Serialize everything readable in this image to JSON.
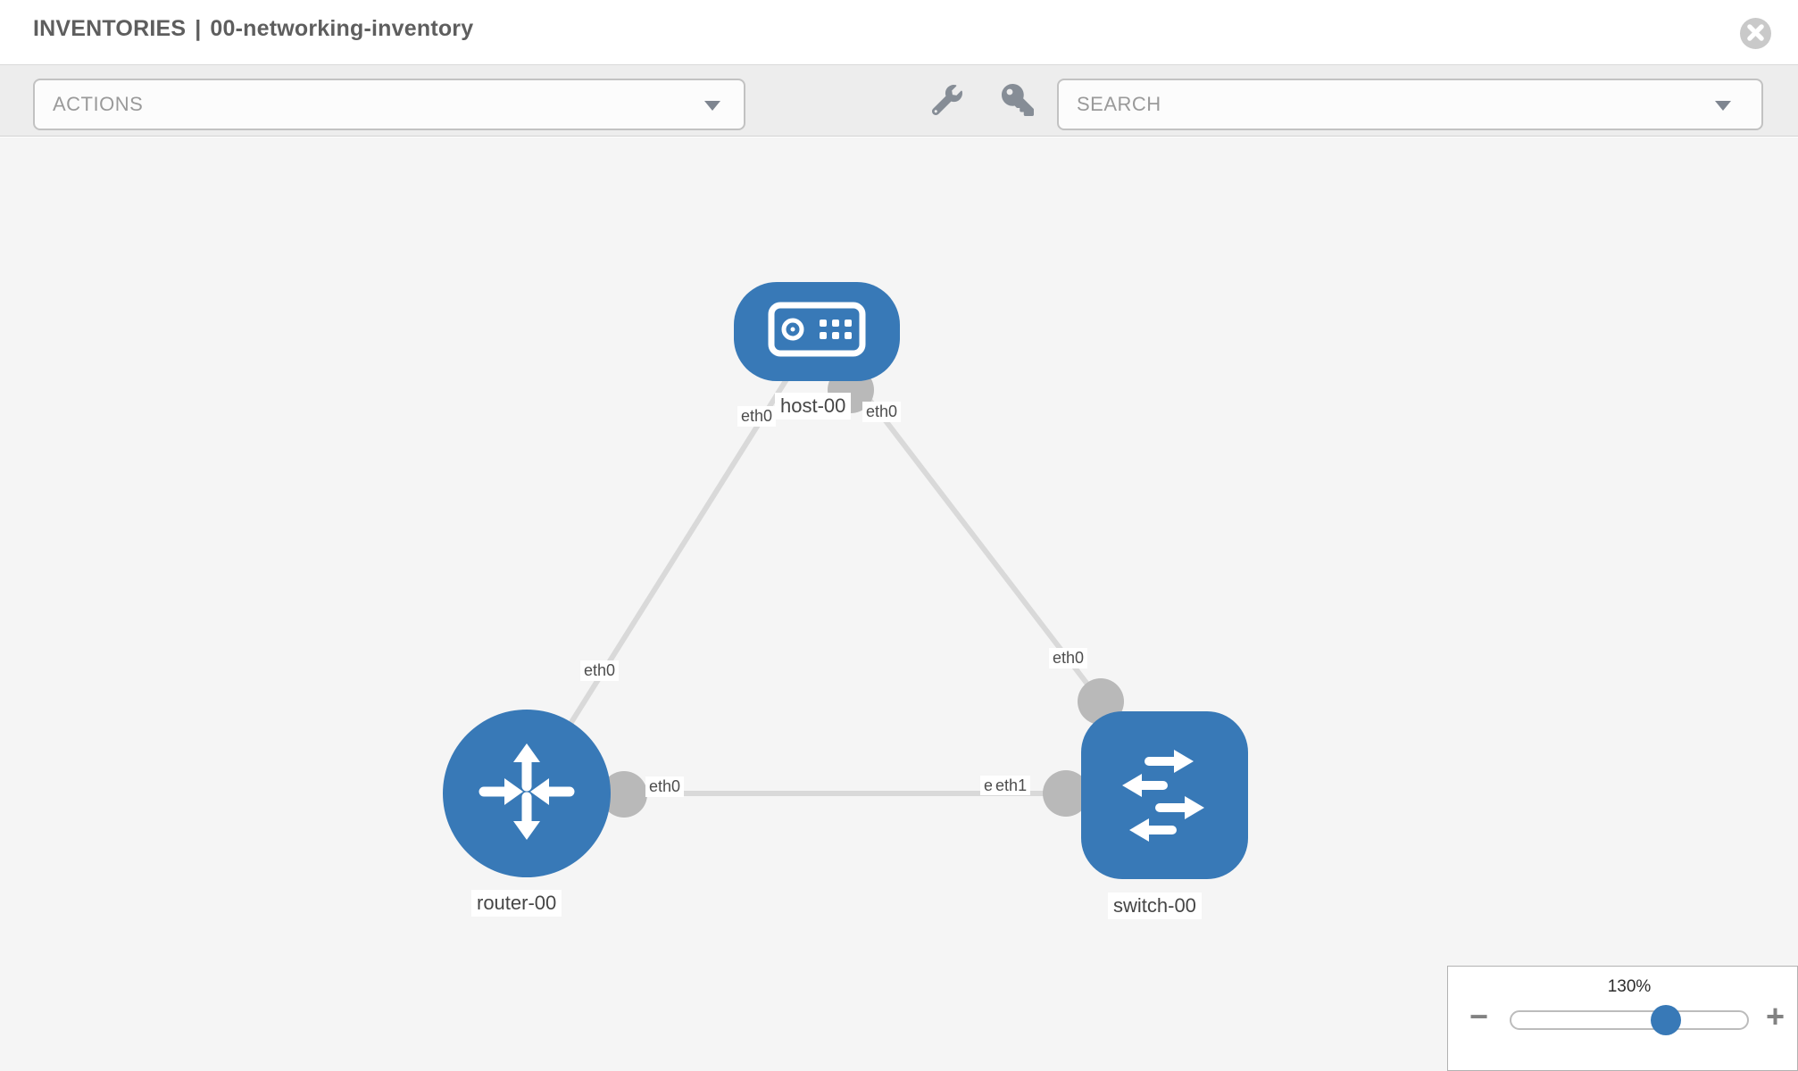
{
  "header": {
    "title_section": "INVENTORIES",
    "title_separator": "|",
    "title_name": "00-networking-inventory"
  },
  "toolbar": {
    "actions_placeholder": "ACTIONS",
    "search_placeholder": "SEARCH",
    "icons": [
      "wrench-icon",
      "key-icon"
    ]
  },
  "topology": {
    "nodes": [
      {
        "id": "host-00",
        "label": "host-00",
        "type": "host",
        "icon": "server-icon"
      },
      {
        "id": "router-00",
        "label": "router-00",
        "type": "router",
        "icon": "router-arrows-icon"
      },
      {
        "id": "switch-00",
        "label": "switch-00",
        "type": "switch",
        "icon": "switch-arrows-icon"
      }
    ],
    "links": [
      {
        "from": "host-00",
        "to": "router-00",
        "from_interface": "eth0",
        "to_interface": "eth0"
      },
      {
        "from": "host-00",
        "to": "switch-00",
        "from_interface": "eth0",
        "to_interface": "eth0"
      },
      {
        "from": "router-00",
        "to": "switch-00",
        "from_interface": "eth0",
        "to_interface": "eth1"
      }
    ],
    "interface_labels": {
      "host_router_host_side": "eth0",
      "host_router_router_side": "eth0",
      "host_switch_host_side": "eth0",
      "host_switch_switch_side": "eth0",
      "router_switch_router_side": "eth0",
      "router_switch_switch_back": "eth0",
      "router_switch_switch_front": "eth1"
    }
  },
  "zoom_control": {
    "level": "130%",
    "minus_label": "−",
    "plus_label": "+"
  },
  "colors": {
    "node_blue": "#3879b7",
    "edge_gray": "#d9d9d9",
    "bubble_gray": "#b9b9b9",
    "toolbar_gray": "#ededed",
    "canvas_gray": "#f5f5f5",
    "title_gray": "#5e5e5e"
  }
}
